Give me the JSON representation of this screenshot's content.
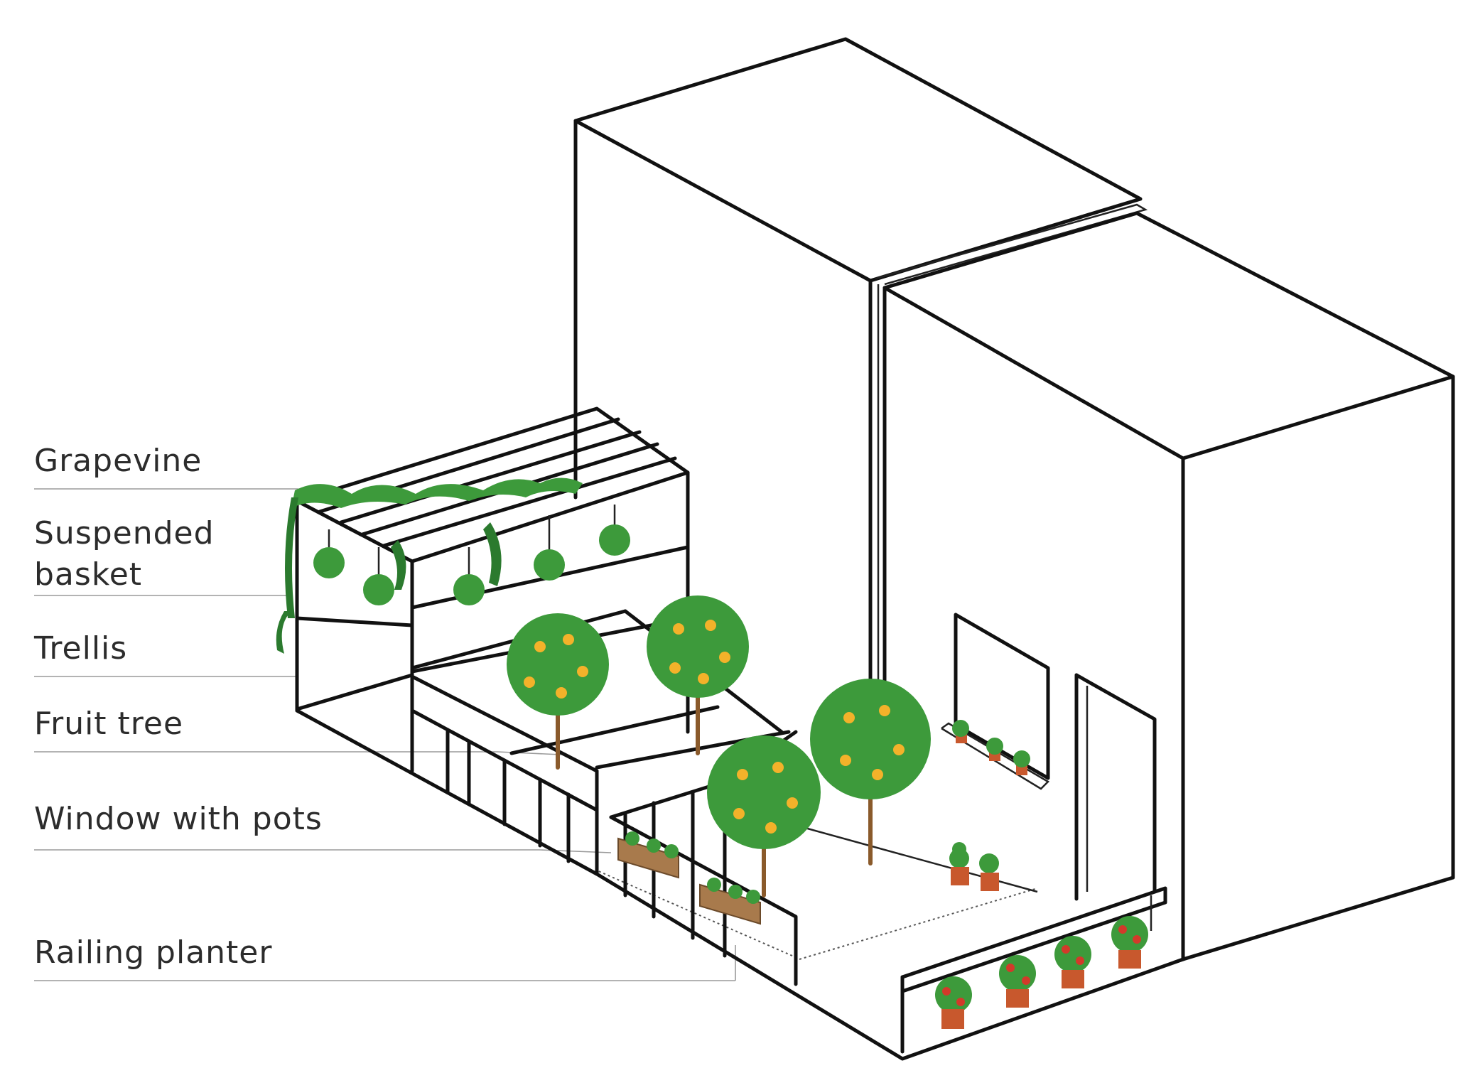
{
  "labels": {
    "grapevine": "Grapevine",
    "suspended_basket_line1": "Suspended",
    "suspended_basket_line2": "basket",
    "trellis": "Trellis",
    "fruit_tree": "Fruit tree",
    "window_with_pots": "Window with pots",
    "railing_planter": "Railing planter"
  },
  "colors": {
    "line": "#111111",
    "label_text": "#2c2c2c",
    "leaf": "#3d9a3b",
    "fruit": "#f3b22a",
    "pot": "#c8582d",
    "tomato": "#d23a2a"
  }
}
